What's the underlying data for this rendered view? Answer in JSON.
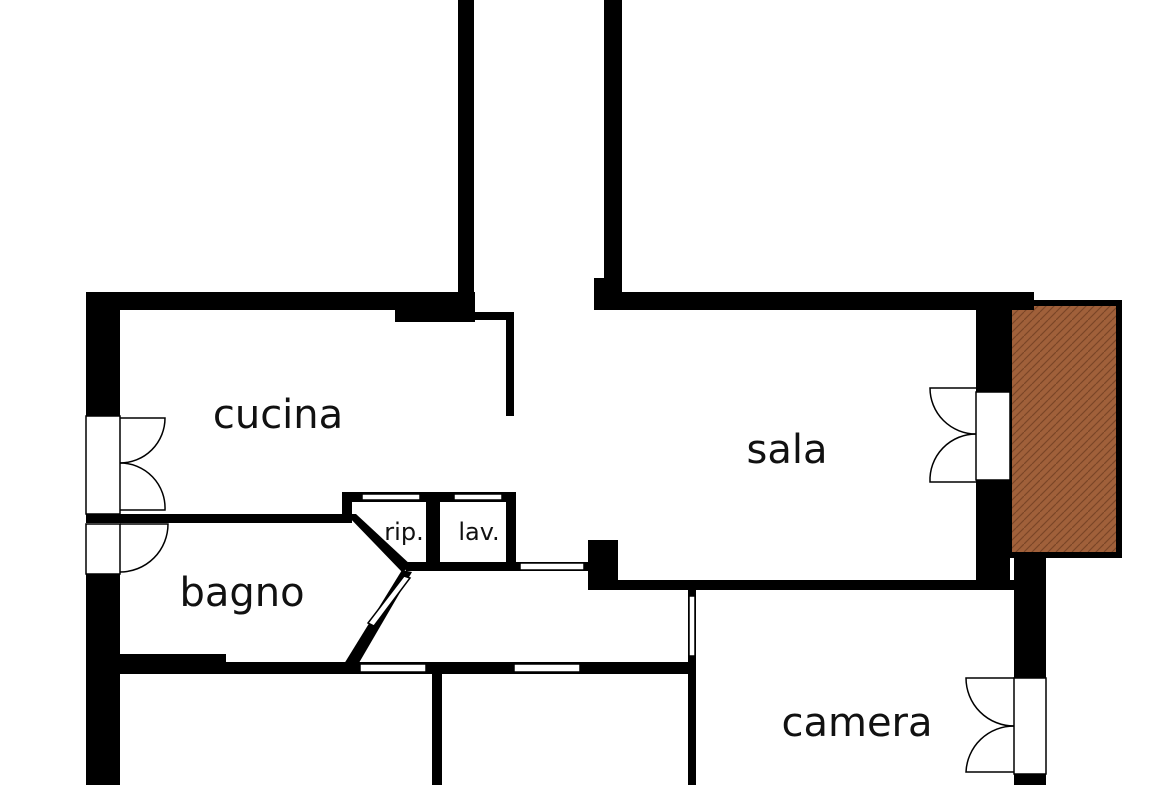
{
  "colors": {
    "wall": "#000000",
    "background": "#ffffff",
    "terrace_fill": "#a0603a",
    "terrace_pattern": "#7a4526",
    "window_stroke": "#000000"
  },
  "rooms": {
    "cucina": "cucina",
    "sala": "sala",
    "rip": "rip.",
    "lav": "lav.",
    "bagno": "bagno",
    "camera": "camera"
  },
  "icons": {
    "terrace": "herringbone-tile-pattern",
    "doors": "double-swing-door-arc"
  }
}
